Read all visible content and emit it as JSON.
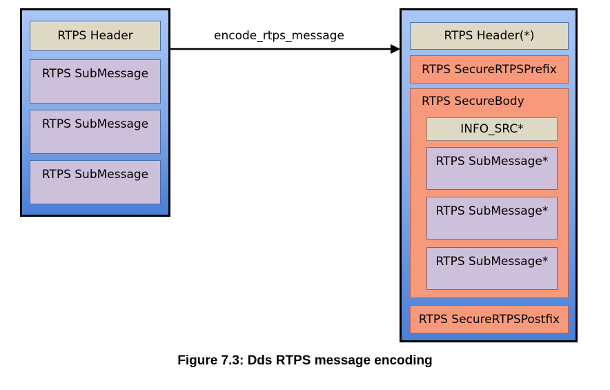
{
  "left_message": {
    "header": "RTPS Header",
    "submessages": [
      "RTPS SubMessage",
      "RTPS SubMessage",
      "RTPS SubMessage"
    ]
  },
  "arrow": {
    "label": "encode_rtps_message"
  },
  "right_message": {
    "header": "RTPS Header(*)",
    "prefix": "RTPS SecureRTPSPrefix",
    "body": {
      "label": "RTPS SecureBody",
      "info_src": "INFO_SRC*",
      "submessages": [
        "RTPS SubMessage*",
        "RTPS SubMessage*",
        "RTPS SubMessage*"
      ]
    },
    "postfix": "RTPS SecureRTPSPostfix"
  },
  "caption": "Figure 7.3: Dds RTPS message encoding",
  "colors": {
    "header_fill": "#ddd9c4",
    "submessage_fill": "#ccc0da",
    "secure_fill": "#f79a7b",
    "container_gradient_top": "#a9c7f4",
    "container_gradient_bottom": "#4b7fd6"
  }
}
